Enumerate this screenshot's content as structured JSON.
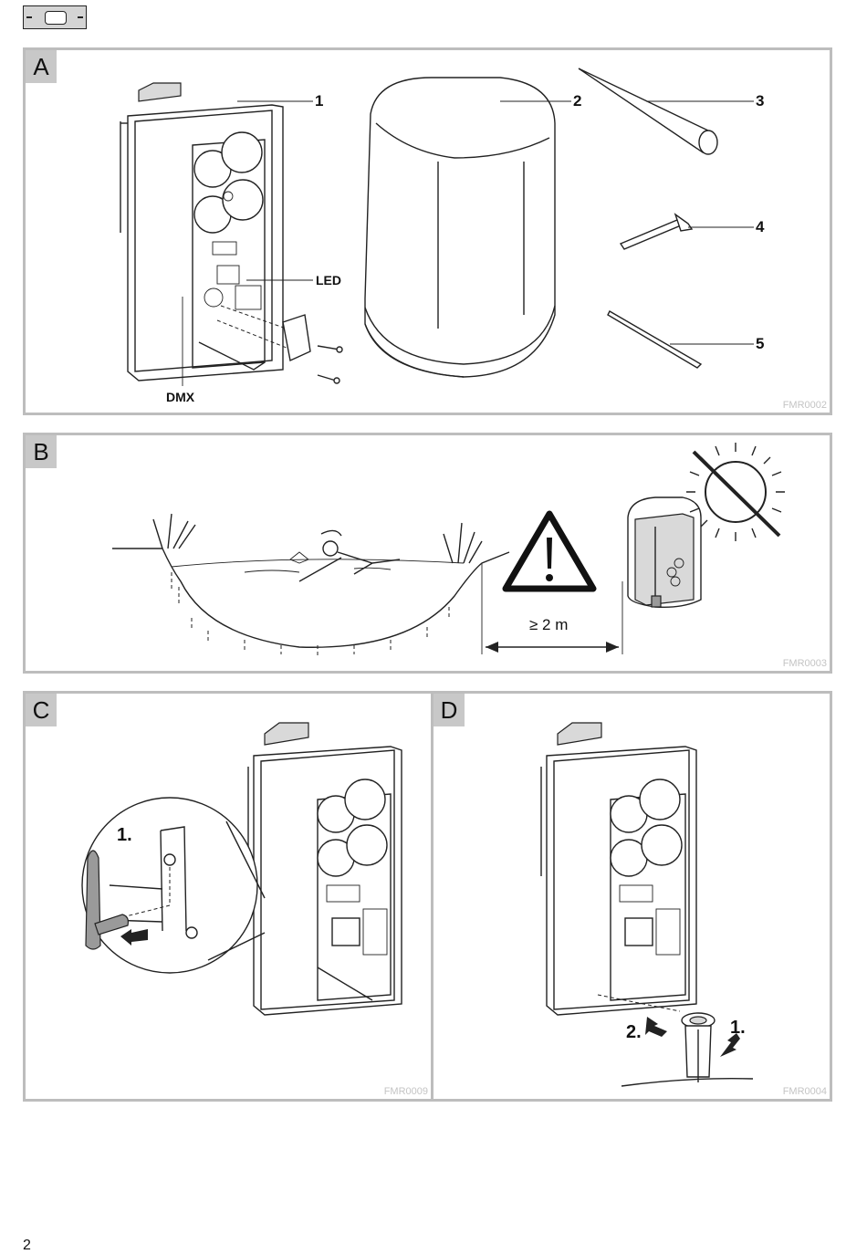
{
  "header": {
    "symbol_icon": "double-insulated-enclosure-icon"
  },
  "panels": {
    "a": {
      "letter": "A",
      "code": "FMR0002",
      "callouts": [
        "1",
        "2",
        "3",
        "4",
        "5"
      ],
      "labels": {
        "led": "LED",
        "dmx": "DMX"
      }
    },
    "b": {
      "letter": "B",
      "code": "FMR0003",
      "distance": "≥ 2 m",
      "icons": [
        "warning-triangle-icon",
        "no-sun-icon"
      ]
    },
    "c": {
      "letter": "C",
      "code": "FMR0009",
      "step1": "1."
    },
    "d": {
      "letter": "D",
      "code": "FMR0004",
      "step1": "1.",
      "step2": "2."
    }
  },
  "footer": {
    "page_number": "2"
  }
}
